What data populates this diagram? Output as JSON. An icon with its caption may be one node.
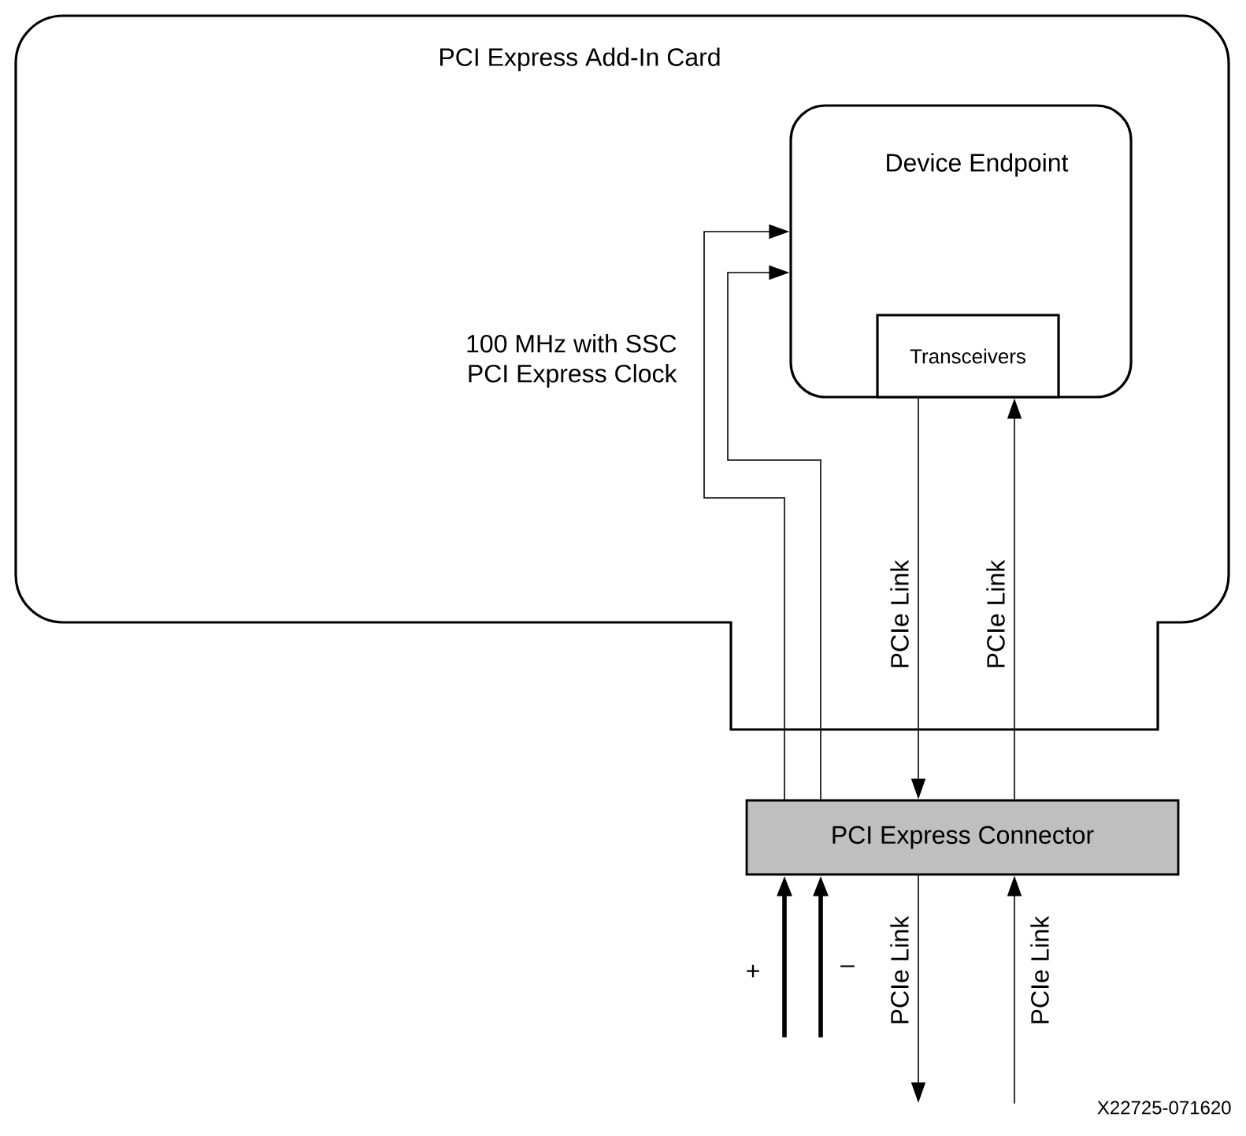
{
  "diagram": {
    "nodes": [
      {
        "text": [
          "PCI Express Add-In Card"
        ]
      },
      {
        "text": [
          "Device Endpoint"
        ],
        "in": 0
      },
      {
        "text": [
          "Transceivers"
        ],
        "in": 1
      },
      {
        "text": [
          "PCI Express Connector"
        ]
      }
    ],
    "edges": [
      {
        "from": 3,
        "to": 1,
        "arrow": "to"
      },
      {
        "from": 3,
        "to": 1,
        "arrow": "to"
      },
      {
        "from": 2,
        "to": 3,
        "arrow": "to",
        "label": "PCIe Link"
      },
      {
        "from": 3,
        "to": 2,
        "arrow": "to",
        "label": "PCIe Link"
      },
      {
        "from": null,
        "to": 3,
        "arrow": "to",
        "label": "+",
        "style": "thick"
      },
      {
        "from": null,
        "to": 3,
        "arrow": "to",
        "label": "–",
        "style": "thick"
      },
      {
        "from": 3,
        "to": null,
        "arrow": "to",
        "label": "PCIe Link"
      },
      {
        "from": null,
        "to": 3,
        "arrow": "to",
        "label": "PCIe Link"
      }
    ],
    "labels": [
      "100 MHz with SSC PCI Express Clock",
      "X22725-071620"
    ]
  }
}
